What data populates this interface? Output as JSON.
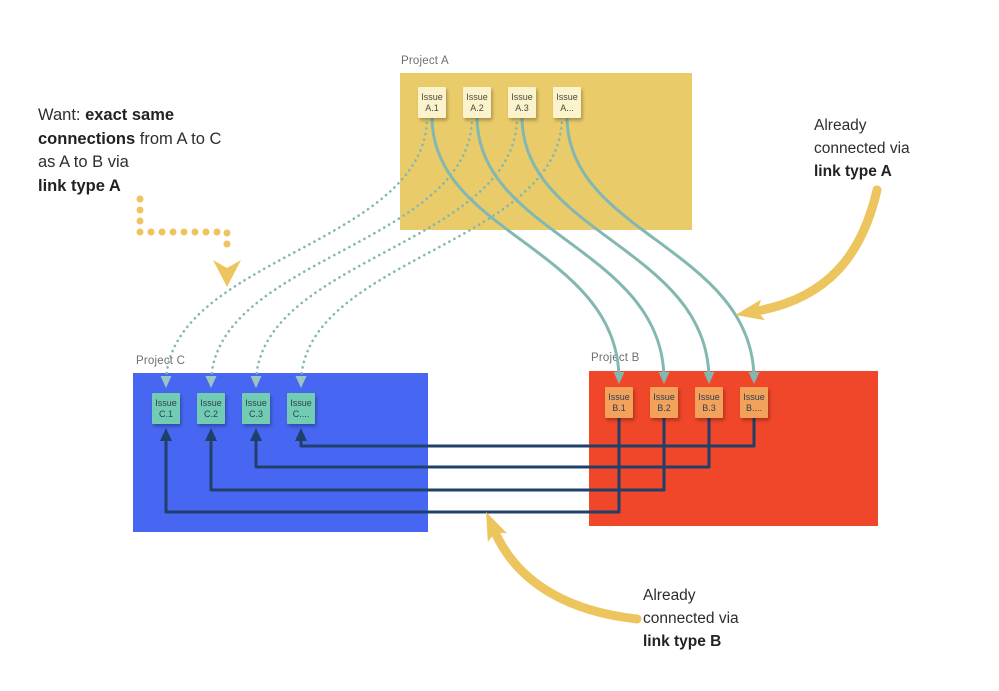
{
  "annotations": {
    "want": {
      "l1a": "Want: ",
      "l1b": "exact same",
      "l2a": "connections",
      "l2b": " from A to C",
      "l3": "as A to B via",
      "l4": "link type A"
    },
    "already_a": {
      "l1": "Already",
      "l2": "connected via",
      "l3": "link type A"
    },
    "already_b": {
      "l1": "Already",
      "l2": "connected via",
      "l3": "link type B"
    }
  },
  "projects": {
    "a": {
      "label": "Project A",
      "color": "#eacb69",
      "cards": [
        {
          "l1": "Issue",
          "l2": "A.1"
        },
        {
          "l1": "Issue",
          "l2": "A.2"
        },
        {
          "l1": "Issue",
          "l2": "A.3"
        },
        {
          "l1": "Issue",
          "l2": "A..."
        }
      ]
    },
    "b": {
      "label": "Project B",
      "color": "#f0462a",
      "cards": [
        {
          "l1": "Issue",
          "l2": "B.1"
        },
        {
          "l1": "Issue",
          "l2": "B.2"
        },
        {
          "l1": "Issue",
          "l2": "B.3"
        },
        {
          "l1": "Issue",
          "l2": "B...."
        }
      ]
    },
    "c": {
      "label": "Project C",
      "color": "#4767f2",
      "cards": [
        {
          "l1": "Issue",
          "l2": "C.1"
        },
        {
          "l1": "Issue",
          "l2": "C.2"
        },
        {
          "l1": "Issue",
          "l2": "C.3"
        },
        {
          "l1": "Issue",
          "l2": "C...."
        }
      ]
    }
  },
  "links": {
    "solid_teal_meaning": "link type A (A to B)",
    "dotted_teal_meaning": "wanted link type A (A to C)",
    "navy_meaning": "link type B (B to C)"
  },
  "colors": {
    "solid_link": "#83b7b2",
    "dotted_link_arrow": "#9cc3c6",
    "cross_link": "#20406b",
    "highlight_arrow": "#edc55e",
    "card_a": "#faf3cb",
    "card_b": "#f2a25b",
    "card_c": "#72ccb4",
    "label_gray": "#6f6f6f"
  }
}
